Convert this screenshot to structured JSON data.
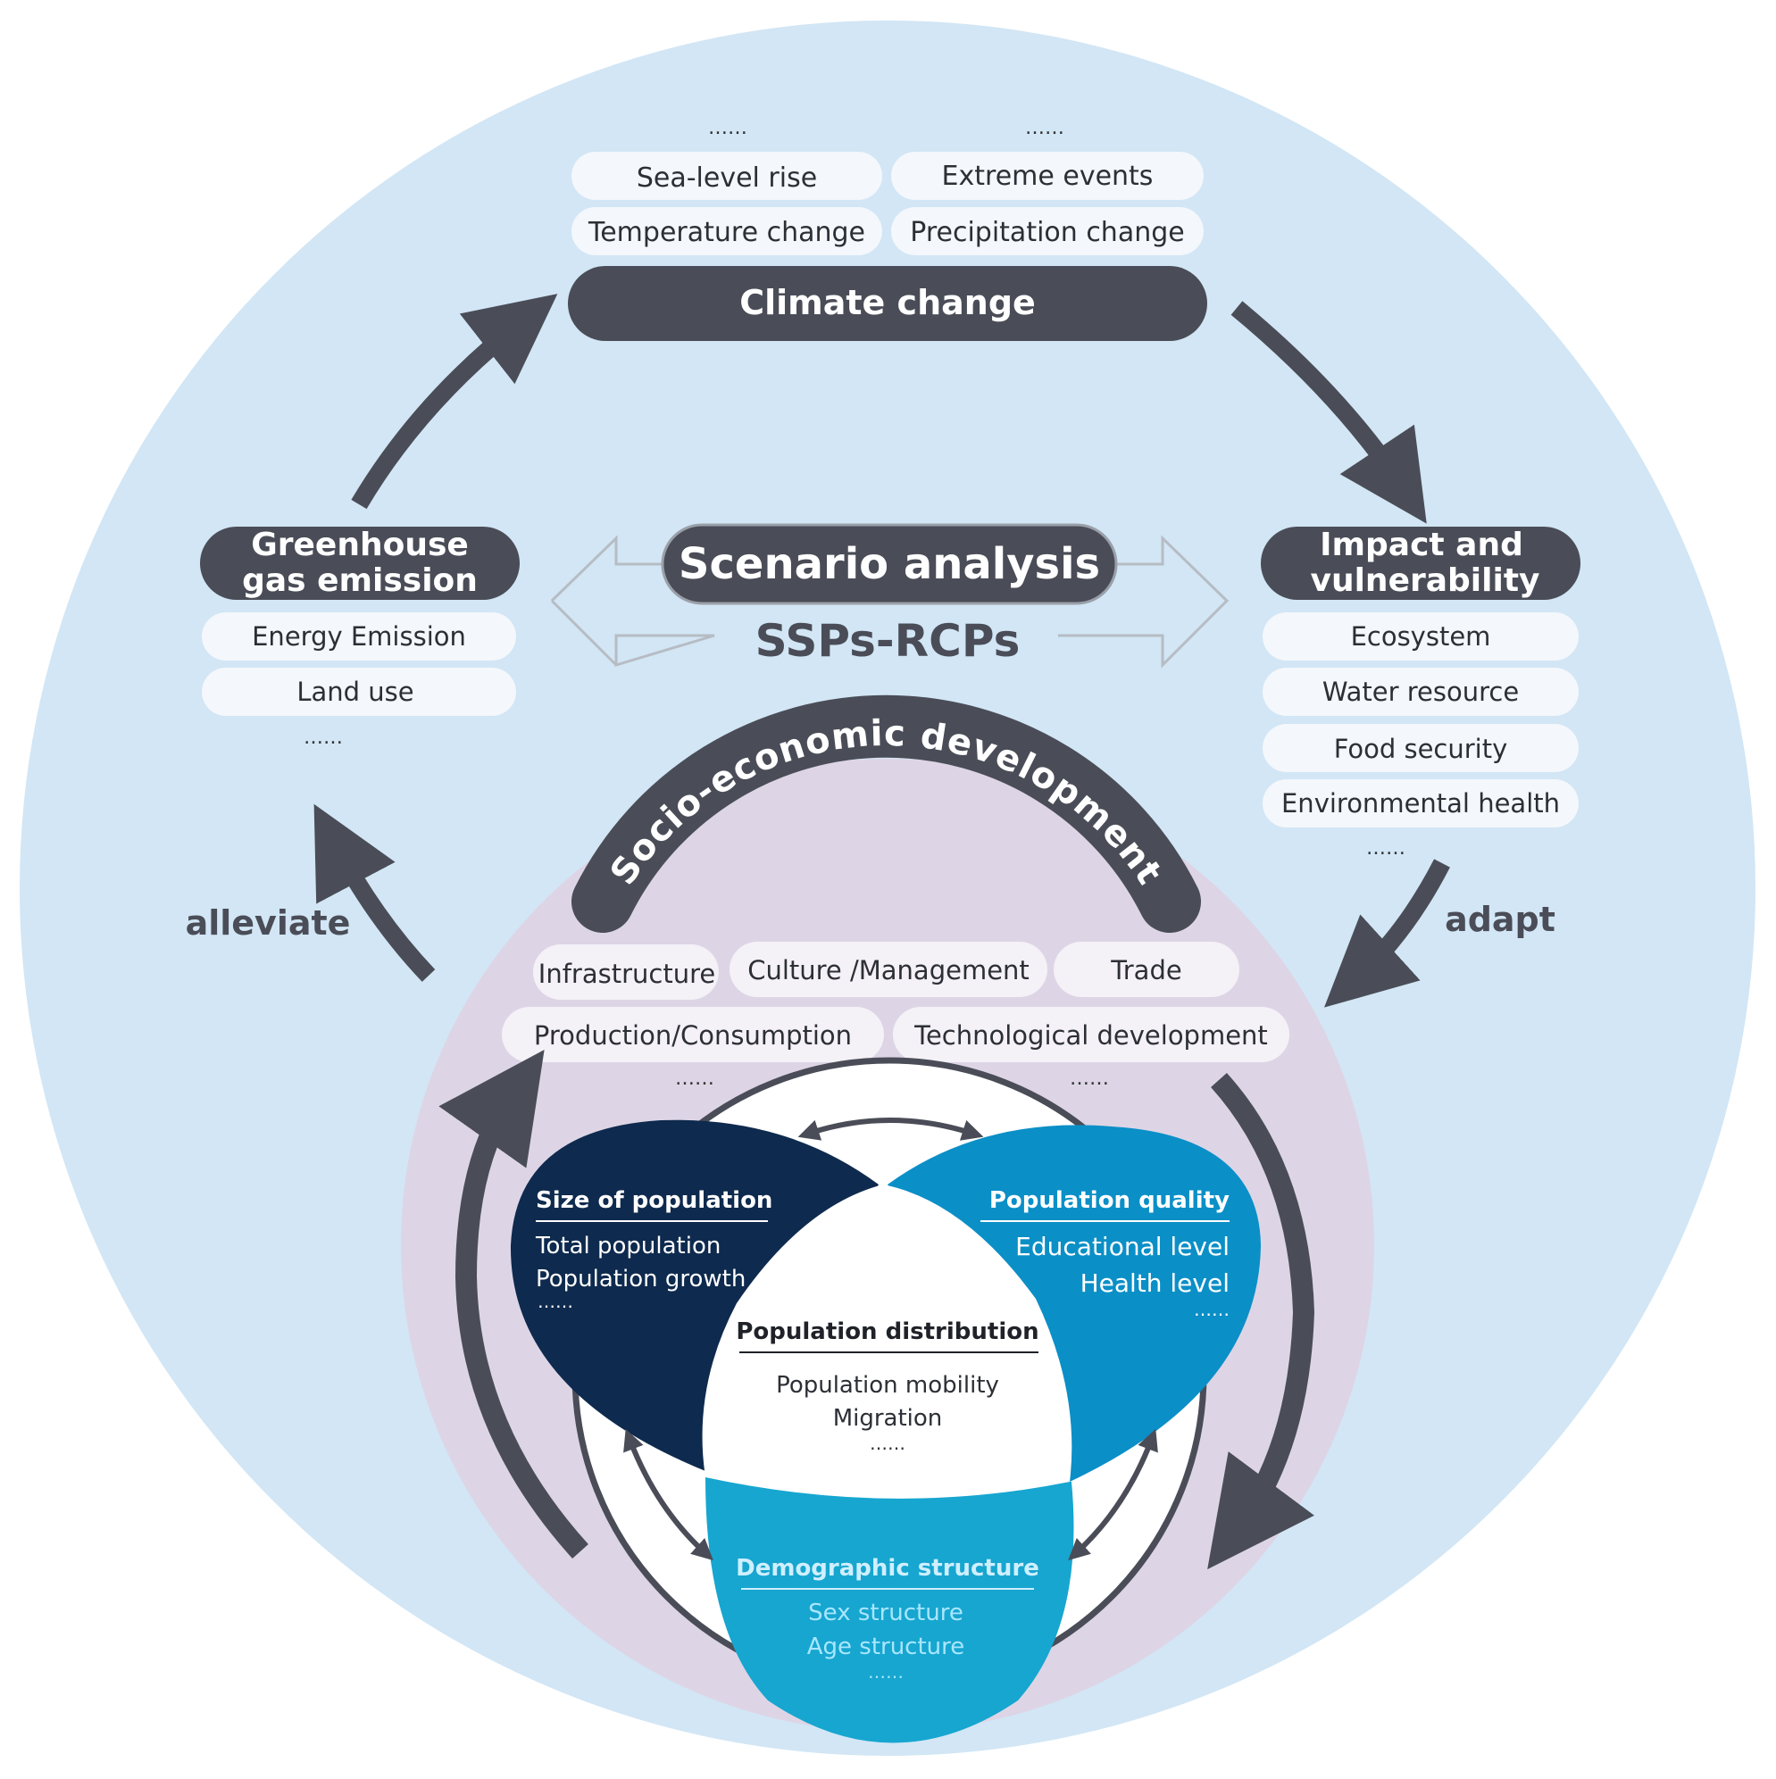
{
  "climate": {
    "title": "Climate change",
    "ellipsis_left": "……",
    "ellipsis_right": "……",
    "items": [
      "Sea-level rise",
      "Extreme events",
      "Temperature change",
      "Precipitation change"
    ]
  },
  "greenhouse": {
    "title_line1": "Greenhouse",
    "title_line2": "gas emission",
    "items": [
      "Energy Emission",
      "Land use"
    ],
    "ellipsis": "……"
  },
  "impact": {
    "title_line1": "Impact and",
    "title_line2": "vulnerability",
    "items": [
      "Ecosystem",
      "Water resource",
      "Food security",
      "Environmental health"
    ],
    "ellipsis": "……"
  },
  "scenario": {
    "title": "Scenario analysis",
    "subtitle": "SSPs-RCPs"
  },
  "flows": {
    "alleviate": "alleviate",
    "adapt": "adapt"
  },
  "socio": {
    "title": "Socio-economic development",
    "items_row1": [
      "Infrastructure",
      "Culture /Management",
      "Trade"
    ],
    "items_row2": [
      "Production/Consumption",
      "Technological development"
    ],
    "ellipsis_left": "……",
    "ellipsis_right": "……"
  },
  "population": {
    "size": {
      "title": "Size of population",
      "items": [
        "Total population",
        "Population growth"
      ],
      "ellipsis": "……"
    },
    "quality": {
      "title": "Population quality",
      "items": [
        "Educational level",
        "Health level"
      ],
      "ellipsis": "……"
    },
    "distribution": {
      "title": "Population distribution",
      "items": [
        "Population mobility",
        "Migration"
      ],
      "ellipsis": "……"
    },
    "structure": {
      "title": "Demographic structure",
      "items": [
        "Sex structure",
        "Age structure"
      ],
      "ellipsis": "……"
    }
  },
  "colors": {
    "outer_circle": "#d2e6f5",
    "inner_circle": "#ddd5e6",
    "dark_pill": "#4a4d57",
    "light_pill": "#f4f7fb",
    "navy_petal": "#0e2a4e",
    "blue_petal": "#0b8fc7",
    "cyan_petal": "#16a6d0"
  }
}
